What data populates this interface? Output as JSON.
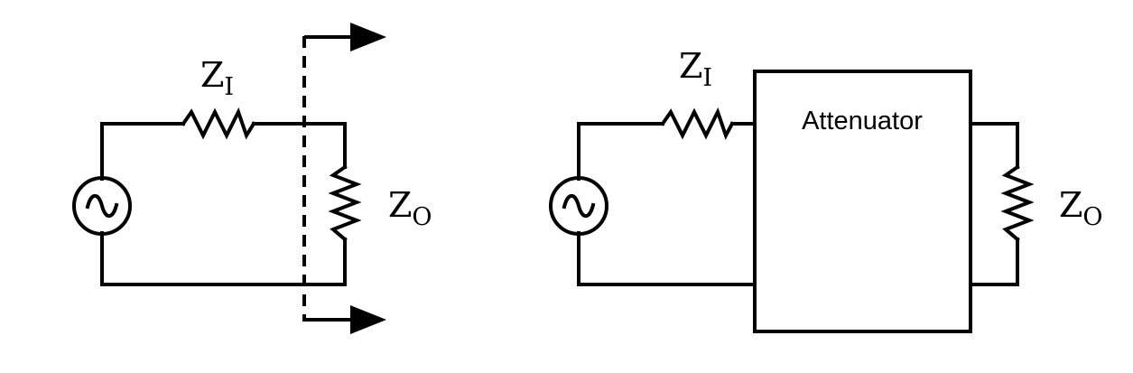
{
  "left_circuit": {
    "series_resistor": {
      "label": "Z",
      "subscript": "I"
    },
    "load_resistor": {
      "label": "Z",
      "subscript": "O"
    },
    "source_icon": "ac-source-icon",
    "cut_line": "dashed",
    "arrows": [
      "arrow-right-icon",
      "arrow-right-icon"
    ]
  },
  "right_circuit": {
    "series_resistor": {
      "label": "Z",
      "subscript": "I"
    },
    "attenuator": {
      "label": "Attenuator"
    },
    "load_resistor": {
      "label": "Z",
      "subscript": "O"
    },
    "source_icon": "ac-source-icon"
  },
  "colors": {
    "stroke": "#000000",
    "background": "#ffffff"
  }
}
